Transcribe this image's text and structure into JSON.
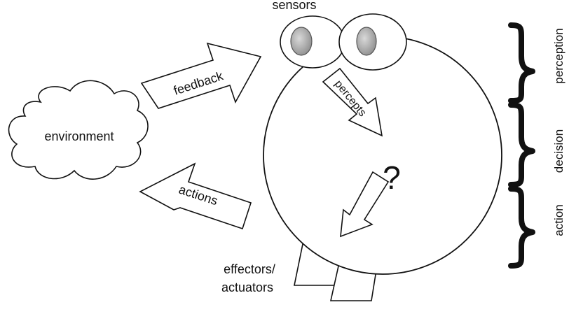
{
  "labels": {
    "sensors": "sensors",
    "feedback": "feedback",
    "environment": "environment",
    "actions": "actions",
    "percepts": "percepts",
    "decision_mark": "?",
    "effectors_line1": "effectors/",
    "effectors_line2": "actuators"
  },
  "phases": {
    "perception": "perception",
    "decision": "decision",
    "action": "action"
  },
  "colors": {
    "stroke": "#111111",
    "fill": "#ffffff",
    "pupil": "#aaaaaa",
    "pupil_edge": "#555555"
  }
}
